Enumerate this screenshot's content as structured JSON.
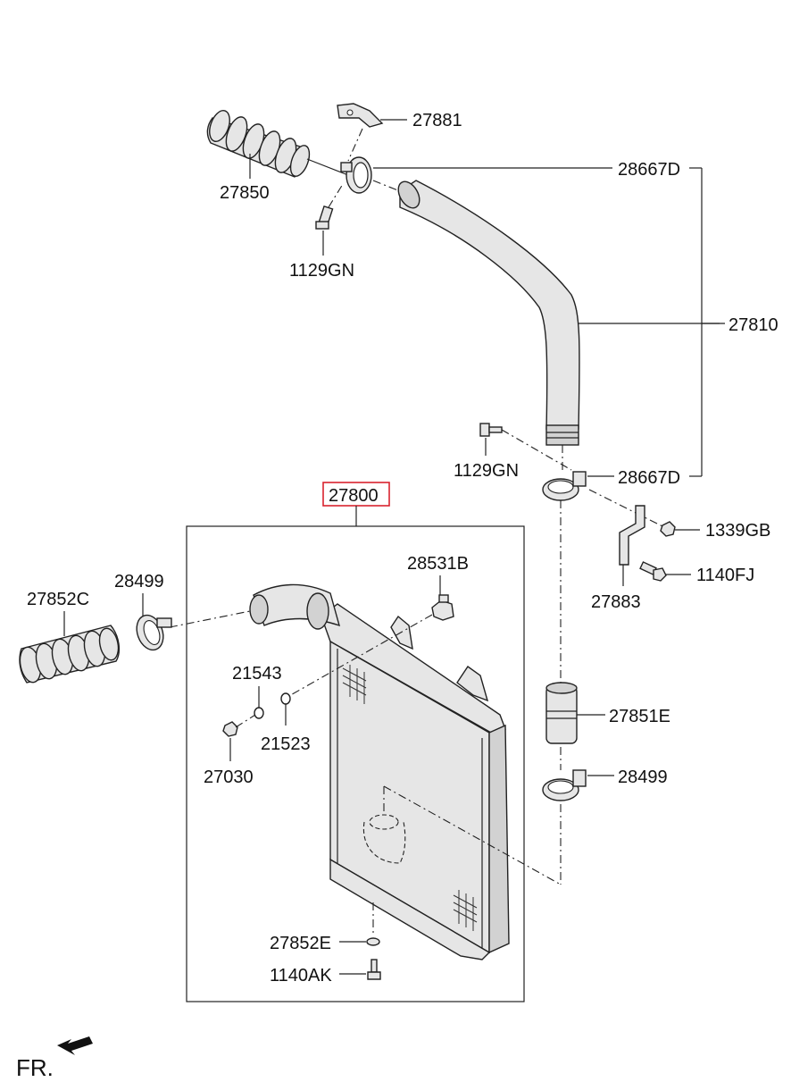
{
  "labels": {
    "p27881": "27881",
    "p28667D_top": "28667D",
    "p27850": "27850",
    "p1129GN_top": "1129GN",
    "p27810": "27810",
    "p1129GN_mid": "1129GN",
    "p28667D_bot": "28667D",
    "p27800": "27800",
    "p1339GB": "1339GB",
    "p1140FJ": "1140FJ",
    "p27883": "27883",
    "p28531B": "28531B",
    "p27852C": "27852C",
    "p28499_left": "28499",
    "p21543": "21543",
    "p21523": "21523",
    "p27030": "27030",
    "p27851E": "27851E",
    "p28499_right": "28499",
    "p27852E": "27852E",
    "p1140AK": "1140AK",
    "front": "FR."
  },
  "colors": {
    "highlight_box": "#d9232e",
    "line": "#222222",
    "part_fill": "#e6e6e6"
  },
  "icons": {
    "front_direction": "arrow-icon"
  }
}
